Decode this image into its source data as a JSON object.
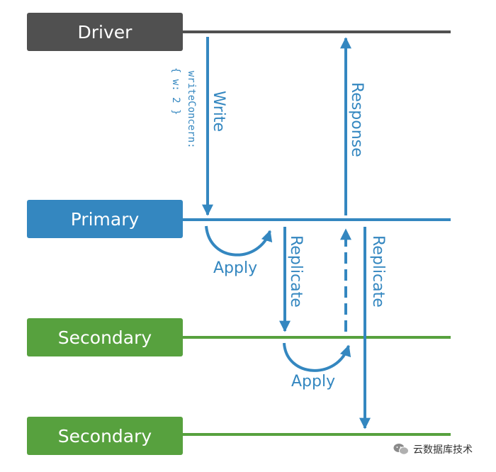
{
  "nodes": {
    "driver": "Driver",
    "primary": "Primary",
    "secondary_1": "Secondary",
    "secondary_2": "Secondary"
  },
  "labels": {
    "write": "Write",
    "write_concern_line1": "writeConcern:",
    "write_concern_line2": "{ w: 2 }",
    "response": "Response",
    "apply_primary": "Apply",
    "replicate_1": "Replicate",
    "replicate_2": "Replicate",
    "apply_secondary": "Apply"
  },
  "watermark": {
    "text": "云数据库技术",
    "icon": "wechat-icon"
  },
  "colors": {
    "driver": "#505050",
    "primary": "#3487c0",
    "secondary": "#57a13e",
    "arrow": "#3487c0"
  }
}
